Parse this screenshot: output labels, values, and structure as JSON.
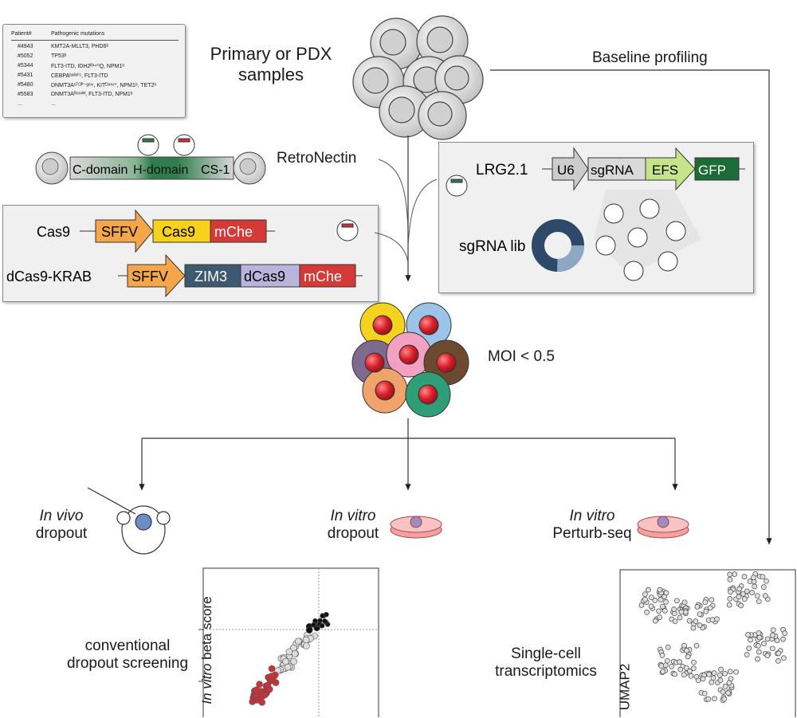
{
  "patients": {
    "header": {
      "id": "Patient#",
      "mutations": "Pathogenic mutations"
    },
    "rows": [
      {
        "id": "#4943",
        "mutations": "KMT2A-MLLT3, PHD6ᵇ"
      },
      {
        "id": "#5052",
        "mutations": "TP53ᵇ"
      },
      {
        "id": "#5344",
        "mutations": "FLT3-ITD, IDH2ᴿ¹⁴⁰Q, NPM1ᵇ"
      },
      {
        "id": "#5431",
        "mutations": "CEBPAᵇᵃˡˡᵉˡⁱᶜ, FLT3-ITD"
      },
      {
        "id": "#5480",
        "mutations": "DNMT3Aˢᵀᴼᴾ⁻ᵍᵃⁱⁿ, KITᴰ⁸¹⁶ⱽ, NPM1ᵇ, TET2ᵇ"
      },
      {
        "id": "#5583",
        "mutations": "DNMT3Aᴿ⁸⁸²ᴴ, FLT3-ITD, NPM1ᵇ"
      },
      {
        "id": "...",
        "mutations": "..."
      }
    ]
  },
  "samples": {
    "line1": "Primary or PDX",
    "line2": "samples"
  },
  "baseline": "Baseline profiling",
  "retronectin": {
    "label": "RetroNectin",
    "domains": [
      "C-domain",
      "H-domain",
      "CS-1"
    ]
  },
  "constructs": {
    "cas9": {
      "name": "Cas9",
      "promoter": "SFFV",
      "gene": "Cas9",
      "marker": "mChe"
    },
    "dcas9": {
      "name": "dCas9-KRAB",
      "promoter": "SFFV",
      "krab": "ZIM3",
      "gene": "dCas9",
      "marker": "mChe"
    }
  },
  "library": {
    "vector": "LRG2.1",
    "elements": [
      "U6",
      "sgRNA",
      "EFS",
      "GFP"
    ],
    "lib_label": "sgRNA lib"
  },
  "moi": "MOI  < 0.5",
  "branches": {
    "invivo": {
      "italic": "In vivo",
      "rest": "dropout"
    },
    "invitro": {
      "italic": "In vitro",
      "rest": "dropout"
    },
    "perturb": {
      "italic": "In vitro",
      "rest": "Perturb-seq"
    }
  },
  "readouts": {
    "conventional": {
      "line1": "conventional",
      "line2": "dropout screening"
    },
    "scatter_ylabel_italic": "In vitro",
    "scatter_ylabel_rest": " beta score",
    "singlecell": {
      "line1": "Single-cell",
      "line2": "transcriptomics"
    },
    "umap_label": "UMAP2"
  },
  "colors": {
    "sffv": "#f5a64a",
    "cas9": "#f7d11b",
    "mche": "#d63a37",
    "zim3": "#3d5970",
    "dcas9": "#b9b4dc",
    "efs": "#c6e48a",
    "gfp": "#1d6b37",
    "hdomain": "#2e7d4a",
    "red_dot": "#c8323b"
  }
}
